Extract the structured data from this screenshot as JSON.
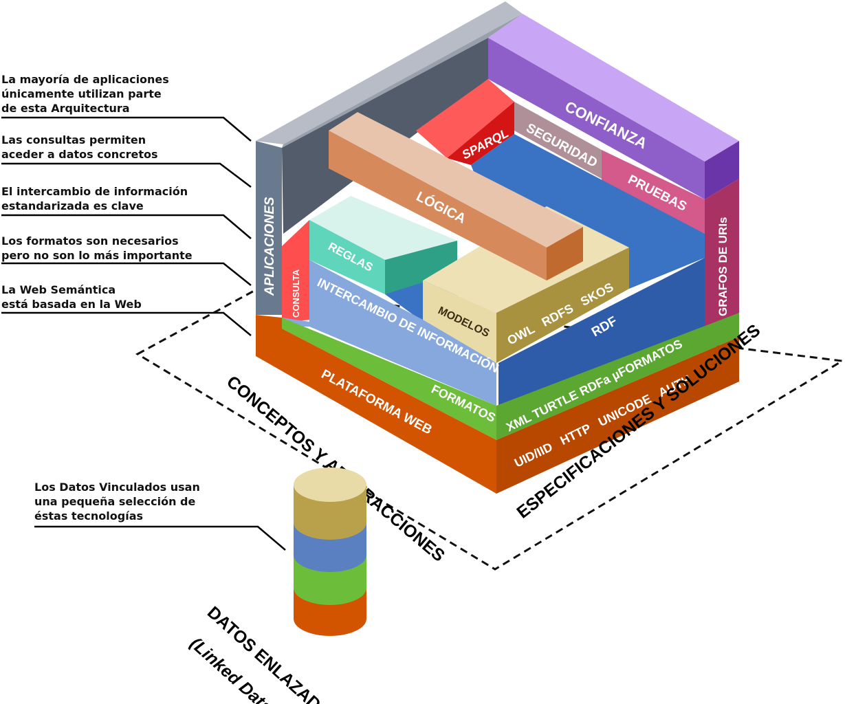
{
  "annotations": [
    {
      "lines": [
        "La mayoría de aplicaciones",
        "únicamente  utilizan parte",
        "de esta Arquitectura"
      ]
    },
    {
      "lines": [
        "Las consultas permiten",
        "aceder a datos concretos"
      ]
    },
    {
      "lines": [
        "El intercambio de información",
        "estandarizada es clave"
      ]
    },
    {
      "lines": [
        "Los formatos son necesarios",
        "pero no son lo más importante"
      ]
    },
    {
      "lines": [
        "La Web Semántica",
        "está basada en la Web"
      ]
    },
    {
      "lines": [
        "Los Datos Vinculados usan",
        "una pequeña selección de",
        "éstas tecnologías"
      ]
    }
  ],
  "blocks": {
    "aplicaciones": "APLICACIONES",
    "confianza": "CONFIANZA",
    "seguridad": "SEGURIDAD",
    "pruebas": "PRUEBAS",
    "sparql": "SPARQL",
    "logica": "LÓGICA",
    "reglas": "REGLAS",
    "consulta": "CONSULTA",
    "intercambio": "INTERCAMBIO DE INFORMACIÓN",
    "modelos": "MODELOS",
    "owl_rdfs_skos": "OWL   RDFS   SKOS",
    "rdf": "RDF",
    "grafos": "GRAFOS DE URIs",
    "formatos": "FORMATOS",
    "formatos_list": "XML TURTLE RDFa µFORMATOS",
    "plataforma": "PLATAFORMA WEB",
    "plataforma_list": "UID/IID   HTTP   UNICODE   AUTH"
  },
  "faces": {
    "left": "CONCEPTOS Y ABSTRACCIONES",
    "right": "ESPECIFICACIONES Y SOLUCIONES"
  },
  "linked_data": {
    "title": "DATOS ENLAZADOS",
    "subtitle": "(Linked Data)"
  },
  "colors": {
    "orange": "#d35400",
    "green": "#6cbd3a",
    "blue": "#3b73c4",
    "purple": "#8e5fc8",
    "lightpurple": "#c9a6f5",
    "slate": "#525c6a",
    "red": "#e02020",
    "logica": "#d68a5c",
    "reglas": "#5fd6bb",
    "modelos": "#e9dba7",
    "grafos": "#a83264"
  }
}
